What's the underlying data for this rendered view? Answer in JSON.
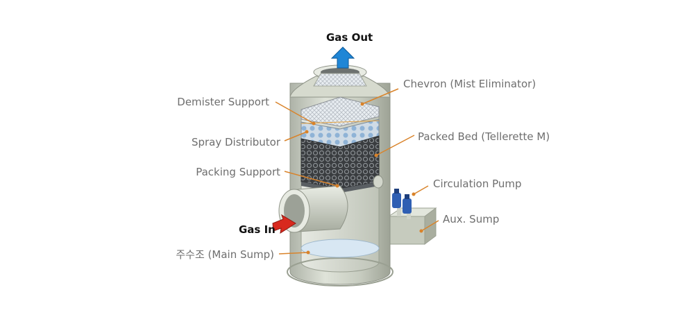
{
  "labels": {
    "gas_out": "Gas Out",
    "gas_in": "Gas In",
    "chevron": "Chevron (Mist Eliminator)",
    "demister_support": "Demister Support",
    "spray_distributor": "Spray Distributor",
    "packed_bed": "Packed Bed (Tellerette M)",
    "packing_support": "Packing Support",
    "circulation_pump": "Circulation Pump",
    "aux_sump": "Aux. Sump",
    "main_sump": "주수조 (Main Sump)"
  },
  "colors": {
    "leader": "#d9832a",
    "gas_out_arrow": "#1f86d6",
    "gas_in_arrow": "#d8291e",
    "shell": "#c9cec2",
    "pump": "#2f5fb3"
  }
}
